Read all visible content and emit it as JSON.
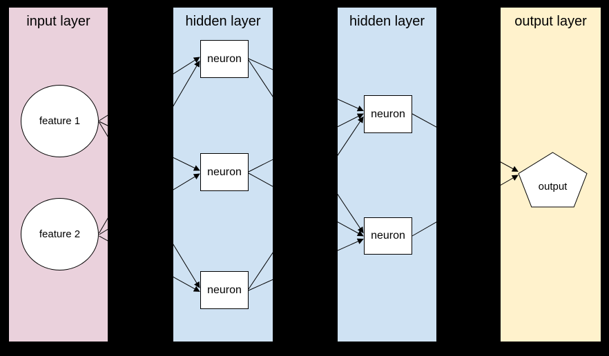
{
  "diagram": {
    "background_color": "#000000",
    "node_fill_color": "#ffffff",
    "line_color": "#000000",
    "layers": [
      {
        "id": "input",
        "title": "input layer",
        "color": "#ead1dc",
        "nodes": [
          {
            "id": "feature1",
            "label": "feature 1",
            "shape": "ellipse"
          },
          {
            "id": "feature2",
            "label": "feature 2",
            "shape": "ellipse"
          }
        ]
      },
      {
        "id": "hidden1",
        "title": "hidden layer",
        "color": "#cfe2f3",
        "nodes": [
          {
            "id": "h1n1",
            "label": "neuron",
            "shape": "rect"
          },
          {
            "id": "h1n2",
            "label": "neuron",
            "shape": "rect"
          },
          {
            "id": "h1n3",
            "label": "neuron",
            "shape": "rect"
          }
        ]
      },
      {
        "id": "hidden2",
        "title": "hidden layer",
        "color": "#cfe2f3",
        "nodes": [
          {
            "id": "h2n1",
            "label": "neuron",
            "shape": "rect"
          },
          {
            "id": "h2n2",
            "label": "neuron",
            "shape": "rect"
          }
        ]
      },
      {
        "id": "output",
        "title": "output layer",
        "color": "#fff2cc",
        "nodes": [
          {
            "id": "output1",
            "label": "output",
            "shape": "pentagon"
          }
        ]
      }
    ],
    "edges": [
      {
        "from": "feature1",
        "to": "h1n1"
      },
      {
        "from": "feature1",
        "to": "h1n2"
      },
      {
        "from": "feature1",
        "to": "h1n3"
      },
      {
        "from": "feature2",
        "to": "h1n1"
      },
      {
        "from": "feature2",
        "to": "h1n2"
      },
      {
        "from": "feature2",
        "to": "h1n3"
      },
      {
        "from": "h1n1",
        "to": "h2n1"
      },
      {
        "from": "h1n1",
        "to": "h2n2"
      },
      {
        "from": "h1n2",
        "to": "h2n1"
      },
      {
        "from": "h1n2",
        "to": "h2n2"
      },
      {
        "from": "h1n3",
        "to": "h2n1"
      },
      {
        "from": "h1n3",
        "to": "h2n2"
      },
      {
        "from": "h2n1",
        "to": "output1"
      },
      {
        "from": "h2n2",
        "to": "output1"
      }
    ]
  }
}
